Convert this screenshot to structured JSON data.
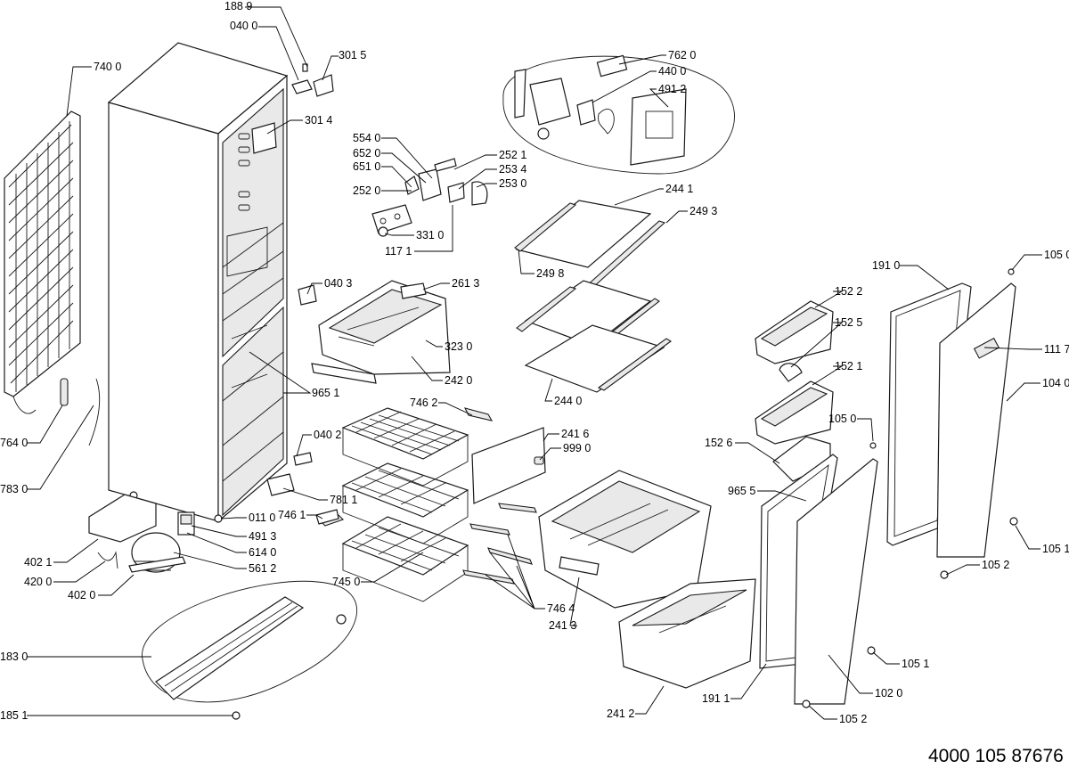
{
  "document_number": "4000 105 87676",
  "labels": [
    {
      "id": "l-188-9",
      "text": "188 9"
    },
    {
      "id": "l-040-0",
      "text": "040 0"
    },
    {
      "id": "l-301-5",
      "text": "301 5"
    },
    {
      "id": "l-740-0",
      "text": "740 0"
    },
    {
      "id": "l-301-4",
      "text": "301 4"
    },
    {
      "id": "l-762-0",
      "text": "762 0"
    },
    {
      "id": "l-440-0",
      "text": "440 0"
    },
    {
      "id": "l-491-2",
      "text": "491 2"
    },
    {
      "id": "l-554-0",
      "text": "554 0"
    },
    {
      "id": "l-652-0",
      "text": "652 0"
    },
    {
      "id": "l-651-0",
      "text": "651 0"
    },
    {
      "id": "l-252-0",
      "text": "252 0"
    },
    {
      "id": "l-331-0",
      "text": "331 0"
    },
    {
      "id": "l-117-1",
      "text": "117 1"
    },
    {
      "id": "l-252-1",
      "text": "252 1"
    },
    {
      "id": "l-253-4",
      "text": "253 4"
    },
    {
      "id": "l-253-0",
      "text": "253 0"
    },
    {
      "id": "l-244-1",
      "text": "244 1"
    },
    {
      "id": "l-249-3",
      "text": "249 3"
    },
    {
      "id": "l-249-8",
      "text": "249 8"
    },
    {
      "id": "l-040-3",
      "text": "040 3"
    },
    {
      "id": "l-261-3",
      "text": "261 3"
    },
    {
      "id": "l-323-0",
      "text": "323 0"
    },
    {
      "id": "l-242-0",
      "text": "242 0"
    },
    {
      "id": "l-965-1",
      "text": "965 1"
    },
    {
      "id": "l-244-0",
      "text": "244 0"
    },
    {
      "id": "l-764-0",
      "text": "764 0"
    },
    {
      "id": "l-783-0",
      "text": "783 0"
    },
    {
      "id": "l-040-2",
      "text": "040 2"
    },
    {
      "id": "l-746-2",
      "text": "746 2"
    },
    {
      "id": "l-241-6",
      "text": "241 6"
    },
    {
      "id": "l-999-0",
      "text": "999 0"
    },
    {
      "id": "l-781-1",
      "text": "781 1"
    },
    {
      "id": "l-746-1",
      "text": "746 1"
    },
    {
      "id": "l-011-0",
      "text": "011 0"
    },
    {
      "id": "l-491-3",
      "text": "491 3"
    },
    {
      "id": "l-614-0",
      "text": "614 0"
    },
    {
      "id": "l-561-2",
      "text": "561 2"
    },
    {
      "id": "l-402-1",
      "text": "402 1"
    },
    {
      "id": "l-420-0",
      "text": "420 0"
    },
    {
      "id": "l-402-0",
      "text": "402 0"
    },
    {
      "id": "l-745-0",
      "text": "745 0"
    },
    {
      "id": "l-746-4",
      "text": "746 4"
    },
    {
      "id": "l-241-3",
      "text": "241 3"
    },
    {
      "id": "l-241-2",
      "text": "241 2"
    },
    {
      "id": "l-183-0",
      "text": "183 0"
    },
    {
      "id": "l-185-1",
      "text": "185 1"
    },
    {
      "id": "l-152-2",
      "text": "152 2"
    },
    {
      "id": "l-152-5",
      "text": "152 5"
    },
    {
      "id": "l-152-1",
      "text": "152 1"
    },
    {
      "id": "l-152-6",
      "text": "152 6"
    },
    {
      "id": "l-105-0-a",
      "text": "105 0"
    },
    {
      "id": "l-105-0-b",
      "text": "105 0"
    },
    {
      "id": "l-191-0",
      "text": "191 0"
    },
    {
      "id": "l-111-7",
      "text": "111 7"
    },
    {
      "id": "l-104-0",
      "text": "104 0"
    },
    {
      "id": "l-965-5",
      "text": "965 5"
    },
    {
      "id": "l-105-1-a",
      "text": "105 1"
    },
    {
      "id": "l-105-2-a",
      "text": "105 2"
    },
    {
      "id": "l-105-1-b",
      "text": "105 1"
    },
    {
      "id": "l-102-0",
      "text": "102 0"
    },
    {
      "id": "l-191-1",
      "text": "191 1"
    },
    {
      "id": "l-105-2-b",
      "text": "105 2"
    }
  ]
}
